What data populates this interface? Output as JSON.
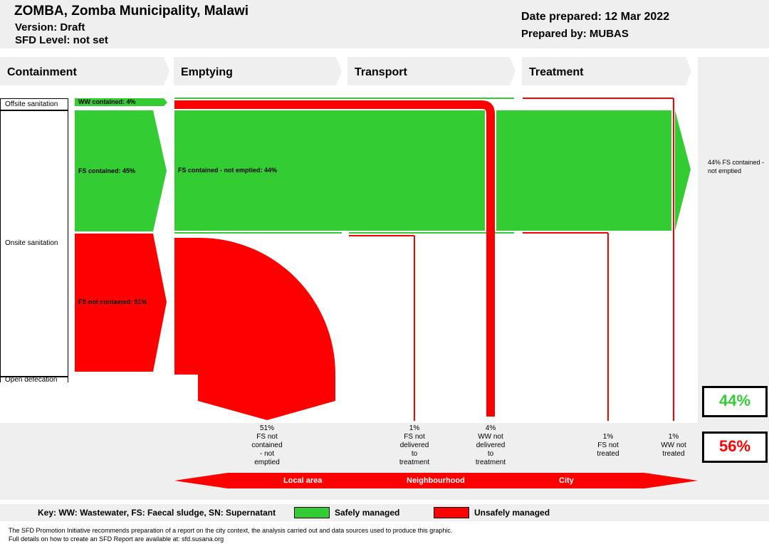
{
  "header": {
    "city": "ZOMBA, Zomba Municipality, Malawi",
    "version": "Version: Draft",
    "sfd_level": "SFD Level: not set",
    "date_prepared": "Date prepared: 12 Mar 2022",
    "prepared_by": "Prepared by: MUBAS"
  },
  "stages": [
    "Containment",
    "Emptying",
    "Transport",
    "Treatment"
  ],
  "sanitation": {
    "offsite": "Offsite sanitation",
    "onsite": "Onsite sanitation",
    "open": "Open defecation"
  },
  "flows": {
    "ww_contained": "WW contained: 4%",
    "fs_contained": "FS contained: 45%",
    "fs_not_contained": "FS not contained: 51%",
    "fs_contained_not_emptied": "FS contained - not emptied: 44%",
    "right_label": "44% FS contained - not emptied"
  },
  "bottom_labels": [
    {
      "text": "51%\nFS not\ncontained\n- not\nemptied"
    },
    {
      "text": "1%\nFS not\ndelivered\nto\ntreatment"
    },
    {
      "text": "4%\nWW not\ndelivered\nto\ntreatment"
    },
    {
      "text": "1%\nFS not\ntreated"
    },
    {
      "text": "1%\nWW not\ntreated"
    }
  ],
  "areas": [
    "Local area",
    "Neighbourhood",
    "City"
  ],
  "summary": {
    "safe_pct": "44%",
    "unsafe_pct": "56%",
    "safe_color": "#33cc33",
    "unsafe_color": "#ff0000"
  },
  "key": {
    "text": "Key: WW: Wastewater, FS: Faecal sludge, SN: Supernatant",
    "safe": "Safely managed",
    "unsafe": "Unsafely managed"
  },
  "footer": {
    "line1": "The SFD Promotion Initiative recommends preparation of a report on the city context, the analysis carried out and data sources used to produce this graphic.",
    "line2": "Full details on how to create an SFD Report are available at: sfd.susana.org"
  }
}
